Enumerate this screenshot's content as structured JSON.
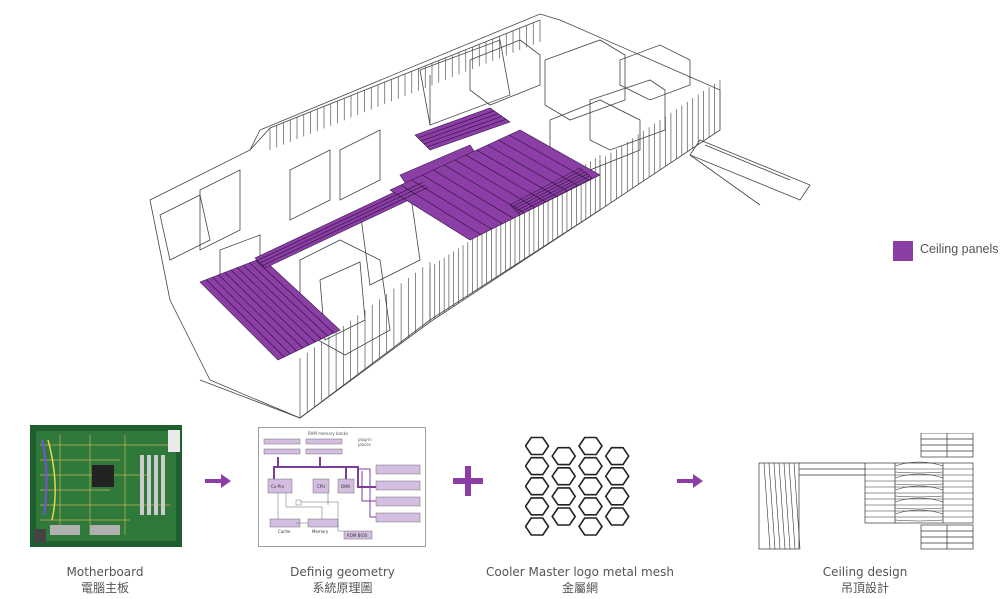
{
  "legend": {
    "label": "Ceiling panels",
    "color": "#8b3ea6"
  },
  "colors": {
    "accent": "#8b3ea6",
    "panel_fill": "#8b3ea6",
    "line": "#333333"
  },
  "diagram_labels": {
    "ram_banks": "RAM memory banks",
    "plug_in": "plug-in",
    "places": "places",
    "copro": "Co-Pro",
    "cpu": "CPU",
    "dma": "DMA",
    "cache": "Cache",
    "memory": "Memory",
    "rom_bios": "ROM BIOS"
  },
  "steps": [
    {
      "en": "Motherboard",
      "zh": "電腦主板"
    },
    {
      "en": "Definig geometry",
      "zh": "系統原理圖"
    },
    {
      "en": "Cooler Master logo metal mesh",
      "zh": "金屬網"
    },
    {
      "en": "Ceiling design",
      "zh": "吊頂設計"
    }
  ],
  "operators": [
    {
      "symbol": "arrow-right-icon"
    },
    {
      "symbol": "plus-icon"
    },
    {
      "symbol": "arrow-right-icon"
    }
  ]
}
